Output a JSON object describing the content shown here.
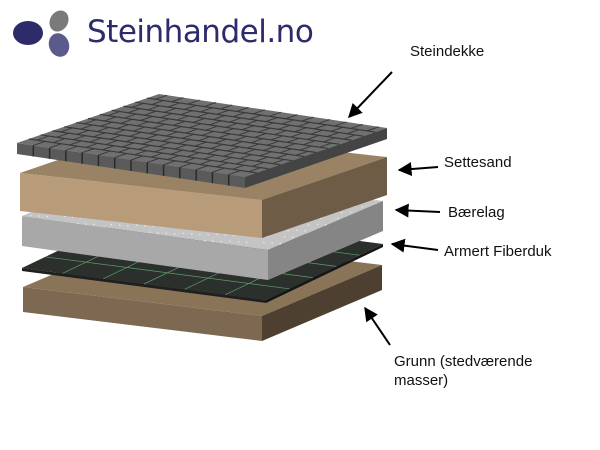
{
  "logo": {
    "text": "Steinhandel.no"
  },
  "layers": [
    {
      "key": "steindekke",
      "label": "Steindekke"
    },
    {
      "key": "settesand",
      "label": "Settesand"
    },
    {
      "key": "baerelag",
      "label": "Bærelag"
    },
    {
      "key": "fiberduk",
      "label": "Armert Fiberduk"
    },
    {
      "key": "grunn",
      "label": "Grunn (stedværende",
      "label2": "masser)"
    }
  ],
  "colors": {
    "brand": "#2e2b6b",
    "logo_gray": "#7a7a7a",
    "logo_light": "#5a5a8c"
  }
}
